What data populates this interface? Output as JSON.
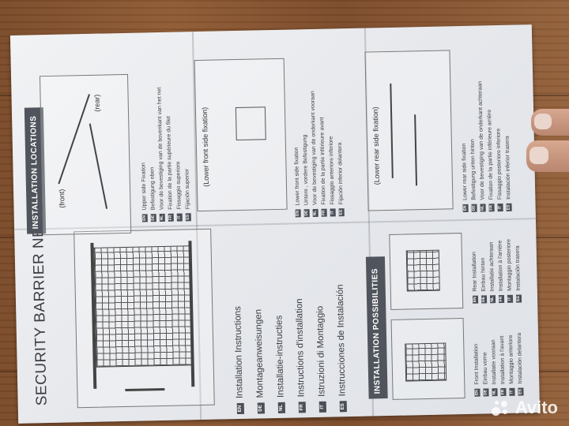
{
  "document": {
    "title": "SECURITY BARRIER NET",
    "instructions": [
      {
        "code": "EN",
        "text": "Installation Instructions"
      },
      {
        "code": "DE",
        "text": "Montageanweisungen"
      },
      {
        "code": "NL",
        "text": "Installatie-instructies"
      },
      {
        "code": "FR",
        "text": "Instructions d'installation"
      },
      {
        "code": "IT",
        "text": "Istruzioni di Montaggio"
      },
      {
        "code": "ES",
        "text": "Instrucciones de Instalación"
      }
    ],
    "installation_locations": {
      "banner": "INSTALLATION LOCATIONS",
      "front_label": "(front)",
      "rear_label": "(rear)",
      "upper_fixation": [
        {
          "code": "EN",
          "text": "Upper side Fixation"
        },
        {
          "code": "DE",
          "text": "Befestigung oben"
        },
        {
          "code": "NL",
          "text": "Voor de bevestiging van de bovenkant van het net"
        },
        {
          "code": "FR",
          "text": "Fixation de la partie supérieure du filet"
        },
        {
          "code": "IT",
          "text": "Fissaggio superiore"
        },
        {
          "code": "ES",
          "text": "Fijación superior"
        }
      ],
      "lower_front_label": "(Lower front side fixation)",
      "lower_front": [
        {
          "code": "EN",
          "text": "Lower front side fixation"
        },
        {
          "code": "DE",
          "text": "Untere , vordere Befestigung"
        },
        {
          "code": "NL",
          "text": "Voor de bevestiging van de onderkant vooraan"
        },
        {
          "code": "FR",
          "text": "Fixation de la partie inférieure avant"
        },
        {
          "code": "IT",
          "text": "Fissaggio anteriore inferiore"
        },
        {
          "code": "ES",
          "text": "Fijación inferior delantera"
        }
      ],
      "lower_rear_label": "(Lower rear side fixation)",
      "lower_rear": [
        {
          "code": "EN",
          "text": "Lower rear side fixation"
        },
        {
          "code": "DE",
          "text": "Befestigung unten hinten"
        },
        {
          "code": "NL",
          "text": "Voor de bevestiging van de onderkant achteraan"
        },
        {
          "code": "FR",
          "text": "Fixation de la partie inférieure arrière"
        },
        {
          "code": "IT",
          "text": "Fissaggio posteriore inferiore"
        },
        {
          "code": "ES",
          "text": "Instalación inferior trasera"
        }
      ]
    },
    "installation_possibilities": {
      "banner": "INSTALLATION POSSIBILITIES",
      "front": [
        {
          "code": "EN",
          "text": "Front Installation"
        },
        {
          "code": "DE",
          "text": "Einbau vorne"
        },
        {
          "code": "NL",
          "text": "Installatie vooraan"
        },
        {
          "code": "FR",
          "text": "Installation à l'avant"
        },
        {
          "code": "IT",
          "text": "Montaggio anteriore"
        },
        {
          "code": "ES",
          "text": "Instalación delantera"
        }
      ],
      "rear": [
        {
          "code": "EN",
          "text": "Rear Installation"
        },
        {
          "code": "DE",
          "text": "Einbau hinten"
        },
        {
          "code": "NL",
          "text": "Installatie achteraan"
        },
        {
          "code": "FR",
          "text": "Installation à l'arrière"
        },
        {
          "code": "IT",
          "text": "Montaggio posteriore"
        },
        {
          "code": "ES",
          "text": "Instalación trasera"
        }
      ]
    }
  },
  "watermark": {
    "text": "Avito"
  }
}
